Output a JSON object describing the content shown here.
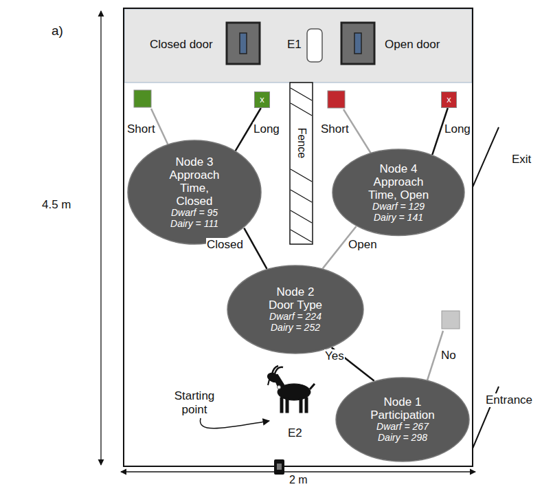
{
  "diagram": {
    "nodes": [
      {
        "text": [
          "Closed door",
          "E1",
          "Open door"
        ]
      },
      {
        "text": [
          "x"
        ]
      },
      {
        "text": [
          "x"
        ]
      },
      {
        "text": [
          "Node 3",
          "Approach Time, Closed",
          "Dwarf = 95",
          "Dairy = 111"
        ]
      },
      {
        "text": [
          "Fence"
        ]
      },
      {
        "text": [
          "Node 4",
          "Approach Time, Open",
          "Dwarf = 129",
          "Dairy = 141"
        ]
      },
      {
        "text": [
          "Node 2",
          "Door Type",
          "Dwarf = 224",
          "Dairy = 252"
        ]
      },
      {
        "text": [
          "Node 1",
          "Participation",
          "Dwarf = 267",
          "Dairy = 298"
        ]
      }
    ],
    "edges": [
      {
        "from": 7,
        "to": 6,
        "arrow": "none",
        "label": "Yes"
      },
      {
        "from": 6,
        "to": 3,
        "arrow": "none",
        "label": "Closed"
      },
      {
        "from": 6,
        "to": 5,
        "arrow": "none",
        "label": "Open"
      },
      {
        "from": 3,
        "to": 1,
        "arrow": "none",
        "label": "Long"
      },
      {
        "from": 5,
        "to": 2,
        "arrow": "none",
        "label": "Long"
      }
    ],
    "labels": [
      "a)",
      "4.5 m",
      "2 m",
      "Short",
      "Short",
      "No",
      "Exit",
      "Entrance",
      "Starting point",
      "E2"
    ]
  }
}
